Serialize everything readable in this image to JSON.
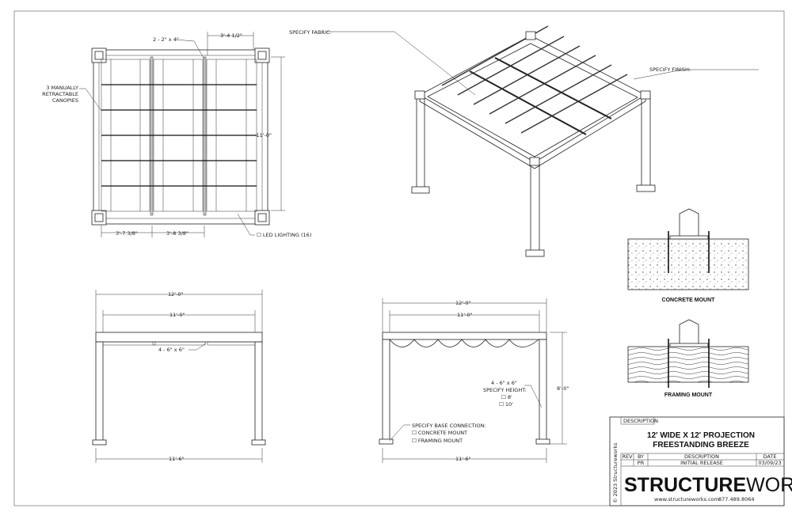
{
  "plan_view": {
    "labels": {
      "beams": "2 - 2\" x 4\"",
      "top_width": "3'-4 1/2\"",
      "canopies_line1": "3 MANUALLY",
      "canopies_line2": "RETRACTABLE",
      "canopies_line3": "CANOPIES",
      "depth": "11'-0\"",
      "bottom_left": "3'-7 3/8\"",
      "bottom_mid": "3'-8 3/8\"",
      "led": "☐ LED LIGHTING (16)"
    }
  },
  "iso_view": {
    "fabric": "SPECIFY FABRIC:",
    "finish": "SPECIFY FINISH:"
  },
  "front_elevation": {
    "overall": "12'-0\"",
    "inner": "11'-0\"",
    "posts": "4 - 6\" x 6\"",
    "base": "11'-6\""
  },
  "side_elevation": {
    "overall": "12'-0\"",
    "inner": "11'-0\"",
    "height": "8'-0\"",
    "base": "11'-6\"",
    "posts_line1": "4 - 6\" x 6\"",
    "posts_line2": "SPECIFY HEIGHT:",
    "opt1": "☐ 8'",
    "opt2": "☐ 10'",
    "conn_title": "SPECIFY BASE CONNECTION:",
    "conn1": "☐ CONCRETE MOUNT",
    "conn2": "☐ FRAMING MOUNT"
  },
  "details": {
    "concrete": "CONCRETE MOUNT",
    "framing": "FRAMING MOUNT"
  },
  "title_block": {
    "description_tab": "DESCRIPTION",
    "title_line1": "12' WIDE X 12' PROJECTION",
    "title_line2": "FREESTANDING BREEZE",
    "headers": [
      "REV",
      "BY",
      "DESCRIPTION",
      "DATE"
    ],
    "row": [
      "",
      "PR",
      "INITIAL RELEASE",
      "03/09/23"
    ],
    "copyright": "© 2023 Structureworks",
    "brand_bold": "STRUCTURE",
    "brand_light": "WORKS",
    "tm": "™",
    "website": "www.structureworks.com",
    "phone": "877.489.8064"
  }
}
